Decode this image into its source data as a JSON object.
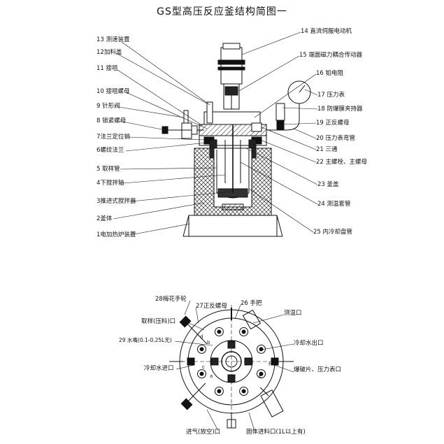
{
  "title": "GS型高压反应釜结构简图一",
  "left_labels": [
    "13 测速装置",
    "12加料盖",
    "11 接咀",
    "10 接咀螺母",
    "9 针形阀",
    "8 锁紧螺母",
    "7法兰定位销",
    "6螺纹法兰",
    "5 取样管",
    "4下搅拌轴",
    "3推进式搅拌器",
    "2釜体",
    "1电加热炉装置"
  ],
  "right_labels": [
    "14 直流伺服电动机",
    "15 端面磁力耦合传动器",
    "16 铂电阻",
    "17 压力表",
    "18 防爆膜夹持器",
    "19 正反螺母",
    "20 压力表弯管",
    "21 三通",
    "22 主螺栓、主螺母",
    "23 釜盖",
    "24 测温套管",
    "25 内冷却盘管"
  ],
  "bottom_labels": {
    "handwheel": "28梅花手轮",
    "nut": "27正反螺母",
    "handle": "26 手把",
    "sampling": "取样(压料)口",
    "nozzle": "29 水嘴(0.1-0.25L无)",
    "coolant_in": "冷却水进口",
    "temp_port": "测温口",
    "coolant_out": "冷却水出口",
    "burst_port": "爆破片、压力表口",
    "vent_port": "进气(放空)口",
    "feed_port": "固体进料口(1L以上有)"
  },
  "port_letters": [
    "a",
    "b",
    "c",
    "d",
    "e",
    "f"
  ]
}
